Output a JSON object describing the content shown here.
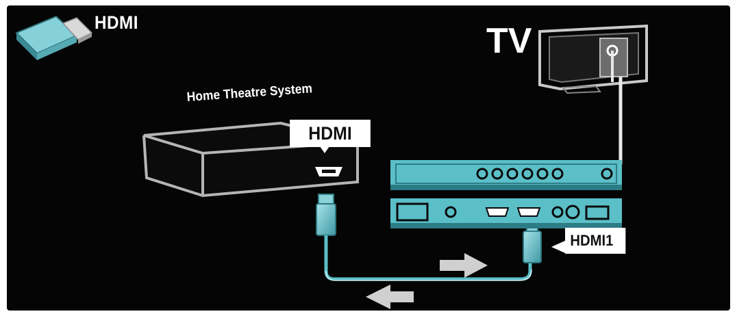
{
  "labels": {
    "connector_title": "HDMI",
    "tv": "TV",
    "home_theatre": "Home Theatre System",
    "hts_port": "HDMI",
    "tv_port": "HDMI1"
  },
  "icons": {
    "connector": "hdmi-plug-icon",
    "tv": "tv-icon",
    "home_theatre": "home-theatre-box-icon",
    "arrows": [
      "arrow-right-icon",
      "arrow-left-icon"
    ]
  },
  "colors": {
    "background": "#050505",
    "accent": "#5bbfc8",
    "accent_dark": "#1f6f77",
    "line": "#e8e8e8"
  }
}
